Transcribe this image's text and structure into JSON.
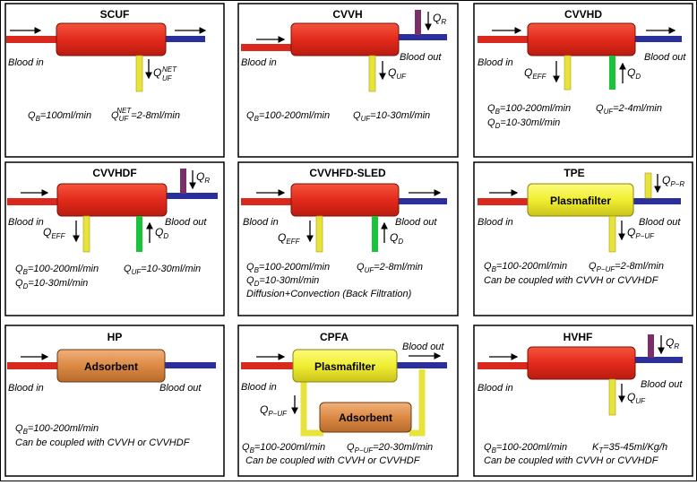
{
  "labels": {
    "blood_in": "Blood in",
    "blood_out": "Blood out",
    "plasmafilter": "Plasmafilter",
    "adsorbent": "Adsorbent",
    "coupled": "Can be coupled with CVVH or CVVHDF"
  },
  "colors": {
    "blood_in_line": "#d9281e",
    "blood_out_line": "#2b2f9c",
    "filter_red": "#e32a1c",
    "plasmafilter_yellow": "#f0ee32",
    "adsorbent_orange": "#dc8a45",
    "effluent_yellow": "#e8e33a",
    "dialysate_green": "#19c43a",
    "replacement_purple": "#7a2e6a"
  },
  "panels": [
    {
      "id": "scuf",
      "title": "SCUF",
      "flow1": "Q",
      "flow1_sub": "B",
      "flow1_val": "=100ml/min",
      "flow2": "Q",
      "flow2_sub": "UF",
      "flow2_sup": "NET",
      "flow2_val": "=2-8ml/min"
    },
    {
      "id": "cvvh",
      "title": "CVVH",
      "flow1": "Q",
      "flow1_sub": "B",
      "flow1_val": "=100-200ml/min",
      "flow2": "Q",
      "flow2_sub": "UF",
      "flow2_val": "=10-30ml/min"
    },
    {
      "id": "cvvhd",
      "title": "CVVHD",
      "flow1": "Q",
      "flow1_sub": "B",
      "flow1_val": "=100-200ml/min",
      "flow2": "Q",
      "flow2_sub": "UF",
      "flow2_val": "=2-4ml/min",
      "flow3": "Q",
      "flow3_sub": "D",
      "flow3_val": "=10-30ml/min"
    },
    {
      "id": "cvvhdf",
      "title": "CVVHDF",
      "flow1": "Q",
      "flow1_sub": "B",
      "flow1_val": "=100-200ml/min",
      "flow2": "Q",
      "flow2_sub": "UF",
      "flow2_val": "=10-30ml/min",
      "flow3": "Q",
      "flow3_sub": "D",
      "flow3_val": "=10-30ml/min"
    },
    {
      "id": "sled",
      "title": "CVVHFD-SLED",
      "flow1": "Q",
      "flow1_sub": "B",
      "flow1_val": "=100-200ml/min",
      "flow2": "Q",
      "flow2_sub": "UF",
      "flow2_val": "=2-8ml/min",
      "flow3": "Q",
      "flow3_sub": "D",
      "flow3_val": "=10-30ml/min",
      "note": "Diffusion+Convection (Back Filtration)"
    },
    {
      "id": "tpe",
      "title": "TPE",
      "flow1": "Q",
      "flow1_sub": "B",
      "flow1_val": "=100-200ml/min",
      "flow2": "Q",
      "flow2_sub": "P−UF",
      "flow2_val": "=2-8ml/min"
    },
    {
      "id": "hp",
      "title": "HP",
      "flow1": "Q",
      "flow1_sub": "B",
      "flow1_val": "=100-200ml/min"
    },
    {
      "id": "cpfa",
      "title": "CPFA",
      "flow1": "Q",
      "flow1_sub": "B",
      "flow1_val": "=100-200ml/min",
      "flow2": "Q",
      "flow2_sub": "P−UF",
      "flow2_val": "=20-30ml/min"
    },
    {
      "id": "hvhf",
      "title": "HVHF",
      "flow1": "Q",
      "flow1_sub": "B",
      "flow1_val": "=100-200ml/min",
      "flow2": "K",
      "flow2_sub": "T",
      "flow2_val": "=35-45ml/Kg/h"
    }
  ],
  "symbols": {
    "q": "Q",
    "uf_net_sub": "UF",
    "uf_net_sup": "NET",
    "r": "R",
    "uf": "UF",
    "eff": "EFF",
    "d": "D",
    "p_r": "P−R",
    "p_uf": "P−UF"
  }
}
